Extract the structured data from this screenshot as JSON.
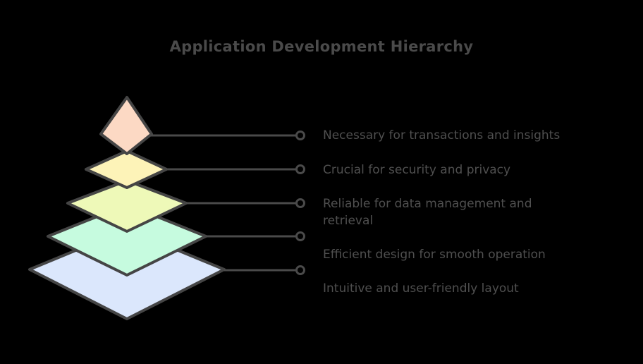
{
  "title": "Application Development Hierarchy",
  "colors": {
    "background": "#000000",
    "outline": "#454545",
    "text": "#4f4f4f",
    "connector": "#4a4a4a"
  },
  "layers": [
    {
      "level": 1,
      "position": "top",
      "fill": "#fcd9c4",
      "label": "Necessary for transactions and insights"
    },
    {
      "level": 2,
      "position": "second",
      "fill": "#fdf3b8",
      "label": "Crucial for security and privacy"
    },
    {
      "level": 3,
      "position": "middle",
      "fill": "#eef9b8",
      "label": "Reliable for data management and retrieval"
    },
    {
      "level": 4,
      "position": "fourth",
      "fill": "#c6fbdf",
      "label": "Efficient design for smooth operation"
    },
    {
      "level": 5,
      "position": "base",
      "fill": "#dbe7fc",
      "label": "Intuitive and user-friendly layout"
    }
  ]
}
